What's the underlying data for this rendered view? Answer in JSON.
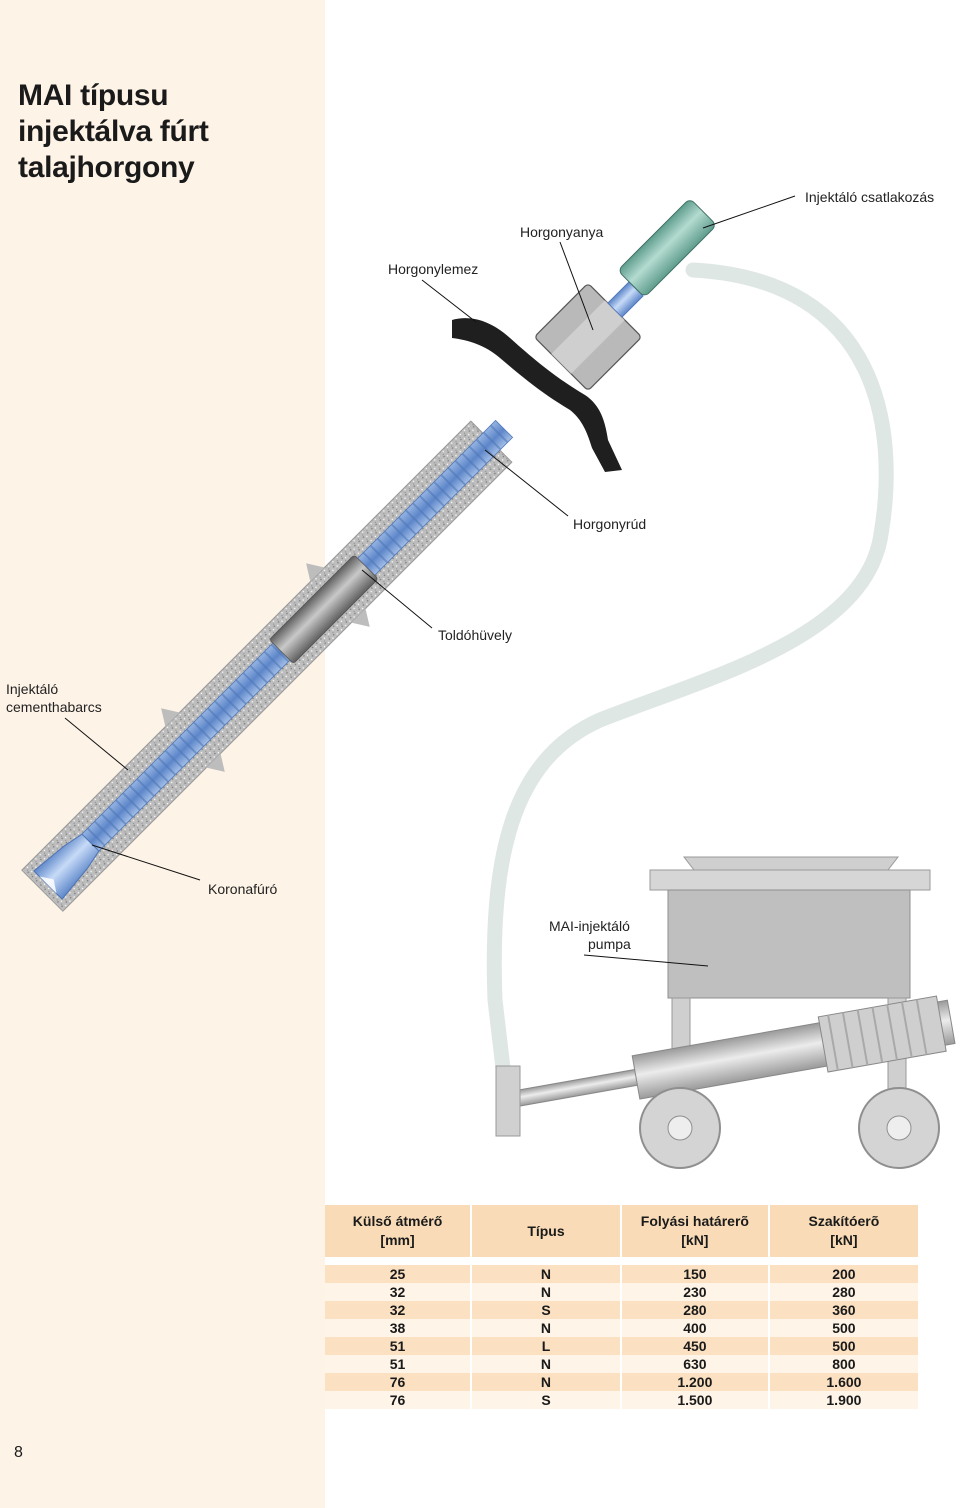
{
  "title_lines": [
    "MAI típusu",
    "injektálva fúrt",
    "talajhorgony"
  ],
  "page_number": "8",
  "labels": {
    "injection_connector": "Injektáló csatlakozás",
    "anchor_nut": "Horgonyanya",
    "anchor_plate": "Horgonylemez",
    "anchor_rod": "Horgonyrúd",
    "coupling_sleeve": "Toldóhüvely",
    "grout_line1": "Injektáló",
    "grout_line2": "cementhabarcs",
    "drill_bit": "Koronafúró",
    "pump_line1": "MAI-injektáló",
    "pump_line2": "pumpa"
  },
  "table": {
    "headers": [
      [
        "Külső átmérő",
        "[mm]"
      ],
      [
        "Típus"
      ],
      [
        "Folyási határerõ",
        "[kN]"
      ],
      [
        "Szakítóerõ",
        "[kN]"
      ]
    ],
    "rows": [
      [
        "25",
        "N",
        "150",
        "200"
      ],
      [
        "32",
        "N",
        "230",
        "280"
      ],
      [
        "32",
        "S",
        "280",
        "360"
      ],
      [
        "38",
        "N",
        "400",
        "500"
      ],
      [
        "51",
        "L",
        "450",
        "500"
      ],
      [
        "51",
        "N",
        "630",
        "800"
      ],
      [
        "76",
        "N",
        "1.200",
        "1.600"
      ],
      [
        "76",
        "S",
        "1.500",
        "1.900"
      ]
    ]
  },
  "colors": {
    "sidebar_bg": "#fdf3e7",
    "table_header_bg": "#f9dcb7",
    "row_light": "#fef4e7",
    "row_dark": "#fbe1c1",
    "rod_blue": "#8fb3e8",
    "hose": "#dde6e3",
    "connector_green": "#8ebfb2"
  }
}
